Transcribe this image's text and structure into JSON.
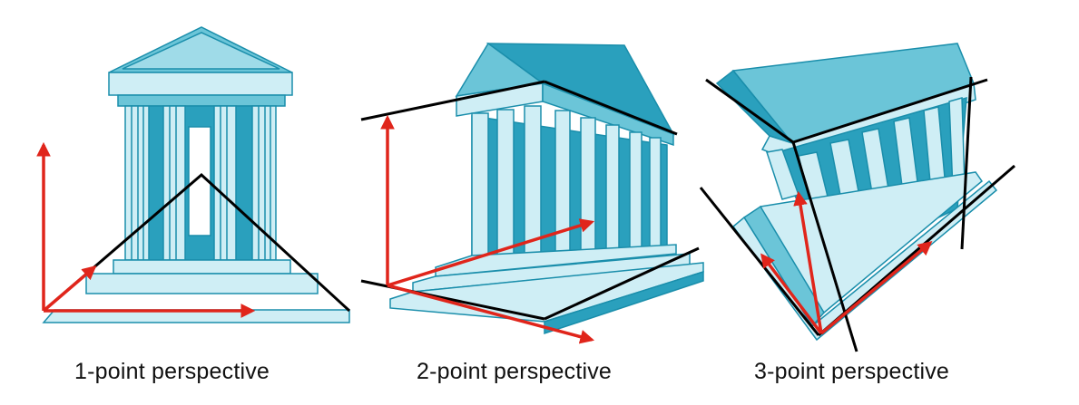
{
  "panels": [
    {
      "caption": "1-point perspective"
    },
    {
      "caption": "2-point perspective"
    },
    {
      "caption": "3-point perspective"
    }
  ],
  "colors": {
    "temple_fill": "#6bc5d8",
    "temple_light": "#cfeef5",
    "temple_dark": "#2aa0bd",
    "stroke": "#1a8eab",
    "arrow": "#e0251b",
    "line": "#000000",
    "text": "#111111"
  }
}
